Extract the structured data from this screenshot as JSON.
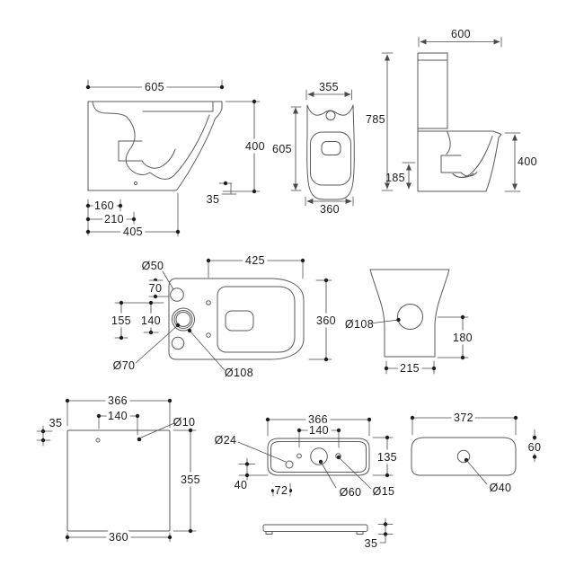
{
  "drawing": {
    "background": "#ffffff",
    "line_color": "#5a5a5a",
    "text_color": "#1a1a1a"
  },
  "views": {
    "pan_side": {
      "dims": {
        "width": "605",
        "height": "400",
        "floor_gap": "35",
        "setout_1": "160",
        "setout_2": "210",
        "depth": "405"
      }
    },
    "pan_front": {
      "dims": {
        "top_width": "355",
        "height": "605",
        "base_width": "360"
      }
    },
    "wc_side": {
      "dims": {
        "depth": "600",
        "overall_height": "785",
        "inlet_height": "185",
        "pan_height": "400"
      }
    },
    "pan_plan": {
      "dims": {
        "seat_length": "425",
        "width": "360",
        "supply_hole": "Ø50",
        "supply_offset": "70",
        "fix_a": "155",
        "fix_b": "140",
        "outlet_inner": "Ø70",
        "outlet_outer": "Ø108"
      }
    },
    "pan_rear": {
      "dims": {
        "outlet": "Ø108",
        "outlet_height": "180",
        "base_width": "215"
      }
    },
    "cistern_front": {
      "dims": {
        "top_width": "366",
        "hole_spacing": "140",
        "hole_offset": "35",
        "fixing_hole": "Ø10",
        "height": "355",
        "base_width": "360"
      }
    },
    "cistern_bottom": {
      "dims": {
        "width": "366",
        "hole_spacing": "140",
        "inlet_hole": "Ø24",
        "corner_offset": "40",
        "edge_offset": "72",
        "flush_hole": "Ø60",
        "fixing_hole": "Ø15",
        "depth": "135",
        "lid_height": "35"
      }
    },
    "lid_top": {
      "dims": {
        "width": "372",
        "depth": "60",
        "button_hole": "Ø40"
      }
    }
  }
}
